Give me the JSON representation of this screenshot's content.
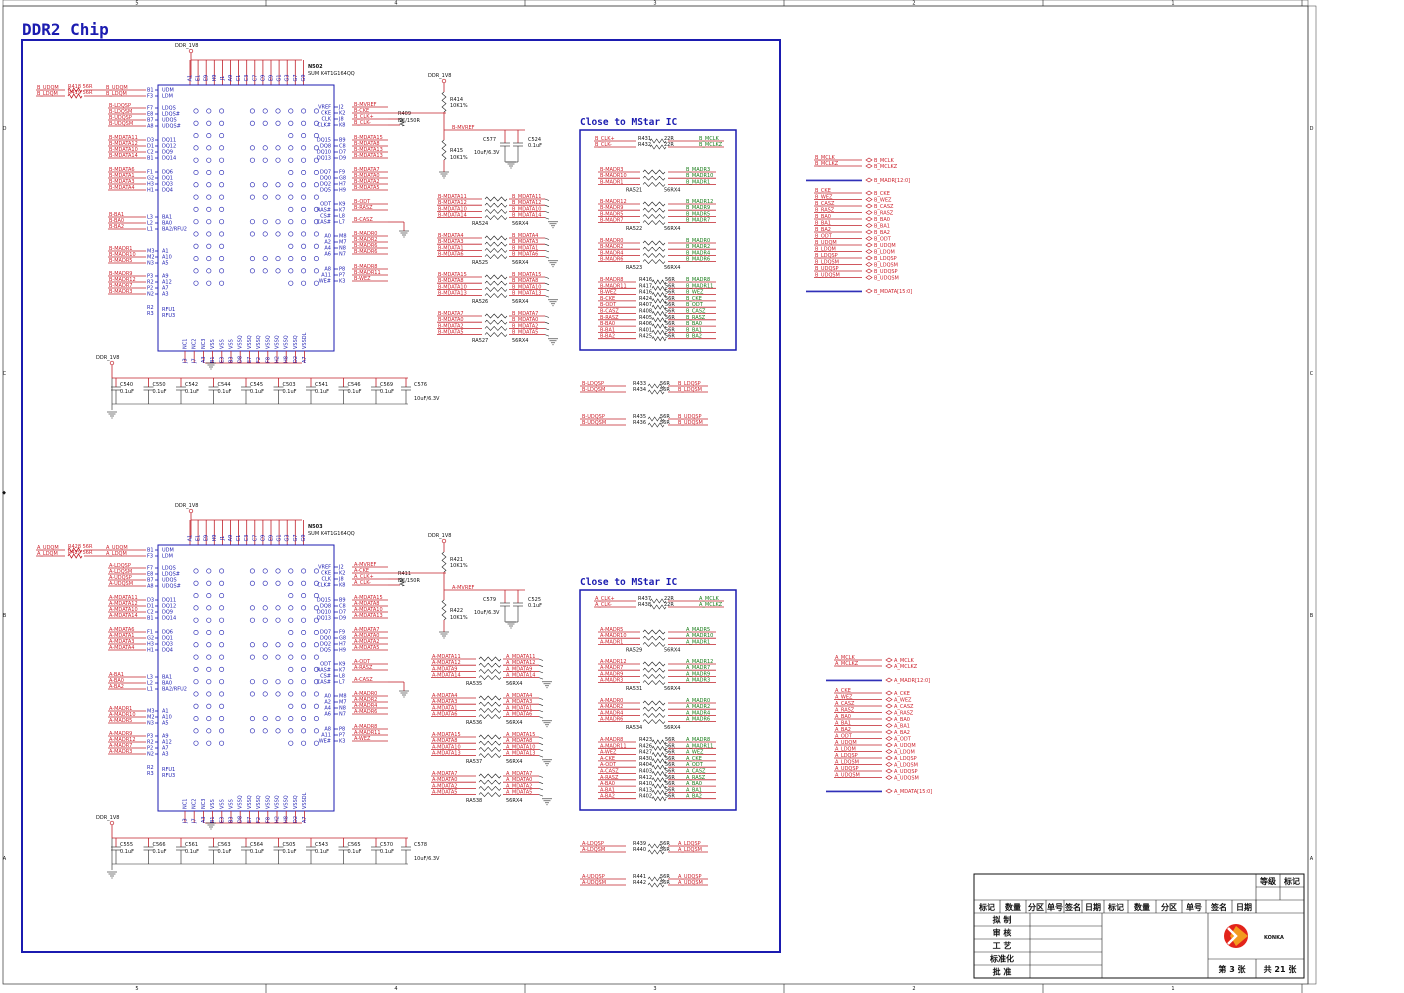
{
  "page": {
    "title": "DDR2 Chip"
  },
  "border": {
    "cols_top": [
      "5",
      "4",
      "3",
      "2",
      "1"
    ],
    "cols_bottom": [
      "5",
      "4",
      "3",
      "2",
      "1"
    ],
    "rows": [
      "D",
      "C",
      "B",
      "A"
    ]
  },
  "chip_b": {
    "ref": "N502",
    "part": "SUM K4T1G164QQ",
    "power": "DDR_1V8",
    "left_labels": [
      "B_UDQM",
      "B_LDQM",
      "B-LDQSP",
      "B-LDQSM",
      "B-UDQSP",
      "B-UDQSM",
      "B-MDATA11",
      "B-MDATA12",
      "B-MDATA10",
      "B-MDATA14",
      "B-MDATA6",
      "B-MDATA1",
      "B-MDATA3",
      "B-MDATA4",
      "B-BA1",
      "B-BA0",
      "B-BA2",
      "B-MADR1",
      "B-MADR10",
      "B-MADR5",
      "B-MADR9",
      "B-MADR12",
      "B-MADR7",
      "B-MADR3"
    ],
    "left_pins": [
      "B1",
      "F3",
      "F7",
      "E8",
      "B7",
      "A8",
      "D3",
      "D1",
      "C2",
      "B1",
      "F1",
      "G2",
      "H3",
      "H1",
      "L3",
      "L2",
      "L1",
      "M3",
      "M2",
      "N3",
      "P3",
      "R2",
      "P2",
      "N2"
    ],
    "left_names": [
      "UDM",
      "LDM",
      "LDQS",
      "LDQS#",
      "UDQS",
      "UDQS#",
      "DQ11",
      "DQ12",
      "DQ9",
      "DQ14",
      "DQ6",
      "DQ1",
      "DQ3",
      "DQ4",
      "BA1",
      "BA0",
      "BA2/RFU2",
      "A1",
      "A10",
      "A5",
      "A9",
      "A12",
      "A7",
      "A3"
    ],
    "right_labels": [
      "B-MVREF",
      "B-CKE",
      "B_CLK+",
      "B_CLK-",
      "B-MDATA15",
      "B-MDATA8",
      "B-MDATA13",
      "B-MDATA13",
      "B-MDATA7",
      "B-MDATA0",
      "B-MDATA2",
      "B-MDATA5",
      "B-ODT",
      "B-RASZ",
      "",
      "B-CASZ",
      "B-MADR0",
      "B-MADR2",
      "B-MADR6",
      "B-MADR6",
      "B-MADR8",
      "B-MADR11",
      "B-WEZ"
    ],
    "right_pins": [
      "J2",
      "K2",
      "J8",
      "K8",
      "B9",
      "C8",
      "D7",
      "D9",
      "F9",
      "G8",
      "H7",
      "H9",
      "K9",
      "K7",
      "L8",
      "L7",
      "M8",
      "M7",
      "N8",
      "N7",
      "P8",
      "P7",
      "K3"
    ],
    "right_names": [
      "VREF",
      "CKE",
      "CLK",
      "CLK#",
      "DQ15",
      "DQ8",
      "DQ10",
      "DQ13",
      "DQ7",
      "DQ0",
      "DQ2",
      "DQ5",
      "ODT",
      "RAS#",
      "CS#",
      "CAS#",
      "A0",
      "A2",
      "A4",
      "A6",
      "A8",
      "A11",
      "WE#"
    ],
    "top_pins": [
      "A1",
      "E1",
      "E9",
      "H9",
      "J1",
      "A9",
      "C1",
      "C3",
      "C7",
      "C9",
      "E9",
      "G1",
      "G3",
      "G7",
      "G9"
    ],
    "bot_pins": [
      "J3",
      "J7",
      "A3",
      "B1",
      "E3",
      "B3",
      "D8",
      "E7",
      "F2",
      "F8",
      "H2",
      "H8",
      "D2",
      "A7"
    ],
    "bot_names": [
      "NC1",
      "NC2",
      "NC3",
      "VSS",
      "VSS",
      "VSS",
      "VSSQ",
      "VSSQ",
      "VSSQ",
      "VSSQ",
      "VSSQ",
      "VSSQ",
      "VSSQ",
      "VSSDL"
    ],
    "r_top": {
      "ref": "R418",
      "val": "56R"
    },
    "r_bot": {
      "ref": "R419",
      "val": "56R"
    },
    "r_clk": {
      "ref": "R409",
      "val": "NC/150R"
    }
  },
  "chip_a": {
    "ref": "N503",
    "part": "SUM K4T1G164QQ",
    "power": "DDR_1V8",
    "left_labels": [
      "A_UDQM",
      "A_LDQM",
      "A-LDQSP",
      "A-LDQSM",
      "A-UDQSP",
      "A-UDQSM",
      "A-MDATA11",
      "A-MDATA12",
      "A-MDATA10",
      "A-MDATA14",
      "A-MDATA6",
      "A-MDATA1",
      "A-MDATA3",
      "A-MDATA4",
      "A-BA1",
      "A-BA0",
      "A-BA2",
      "A-MADR1",
      "A-MADR10",
      "A-MADR5",
      "A-MADR9",
      "A-MADR12",
      "A-MADR7",
      "A-MADR3"
    ],
    "left_pins": [
      "B1",
      "F3",
      "F7",
      "E8",
      "B7",
      "A8",
      "D3",
      "D1",
      "C2",
      "B1",
      "F1",
      "G2",
      "H3",
      "H1",
      "L3",
      "L2",
      "L1",
      "M3",
      "M2",
      "N3",
      "P3",
      "R2",
      "P2",
      "N2"
    ],
    "left_names": [
      "UDM",
      "LDM",
      "LDQS",
      "LDQS#",
      "UDQS",
      "UDQS#",
      "DQ11",
      "DQ12",
      "DQ9",
      "DQ14",
      "DQ6",
      "DQ1",
      "DQ3",
      "DQ4",
      "BA1",
      "BA0",
      "BA2/RFU2",
      "A1",
      "A10",
      "A5",
      "A9",
      "A12",
      "A7",
      "A3"
    ],
    "right_labels": [
      "A-MVREF",
      "A-CKE",
      "A_CLK+",
      "A_CLK-",
      "A-MDATA15",
      "A-MDATA8",
      "A-MDATA10",
      "A-MDATA13",
      "A-MDATA7",
      "A-MDATA0",
      "A-MDATA2",
      "A-MDATA5",
      "A-ODT",
      "A-RASZ",
      "",
      "A-CASZ",
      "A-MADR0",
      "A-MADR2",
      "A-MADR4",
      "A-MADR6",
      "A-MADR8",
      "A-MADR11",
      "A-WEZ"
    ],
    "right_pins": [
      "J2",
      "K2",
      "J8",
      "K8",
      "B9",
      "C8",
      "D7",
      "D9",
      "F9",
      "G8",
      "H7",
      "H9",
      "K9",
      "K7",
      "L8",
      "L7",
      "M8",
      "M7",
      "N8",
      "N7",
      "P8",
      "P7",
      "K3"
    ],
    "right_names": [
      "VREF",
      "CKE",
      "CLK",
      "CLK#",
      "DQ15",
      "DQ8",
      "DQ10",
      "DQ13",
      "DQ7",
      "DQ0",
      "DQ2",
      "DQ5",
      "ODT",
      "RAS#",
      "CS#",
      "CAS#",
      "A0",
      "A2",
      "A4",
      "A6",
      "A8",
      "A11",
      "WE#"
    ],
    "top_pins": [
      "A1",
      "E1",
      "E9",
      "H9",
      "J1",
      "A9",
      "C1",
      "C3",
      "C7",
      "C9",
      "E9",
      "G1",
      "G3",
      "G7",
      "G9"
    ],
    "bot_pins": [
      "J3",
      "J7",
      "A3",
      "B1",
      "E3",
      "B3",
      "D8",
      "E7",
      "F2",
      "F8",
      "H2",
      "H8",
      "D2",
      "A7"
    ],
    "bot_names": [
      "NC1",
      "NC2",
      "NC3",
      "VSS",
      "VSS",
      "VSS",
      "VSSQ",
      "VSSQ",
      "VSSQ",
      "VSSQ",
      "VSSQ",
      "VSSQ",
      "VSSQ",
      "VSSDL"
    ],
    "r_top": {
      "ref": "R428",
      "val": "56R"
    },
    "r_bot": {
      "ref": "R429",
      "val": "56R"
    },
    "r_clk": {
      "ref": "R411",
      "val": "NC/150R"
    }
  },
  "vref_b": {
    "power": "DDR_1V8",
    "r1": "R414",
    "r1v": "10K1%",
    "r2": "R415",
    "r2v": "10K1%",
    "net": "B-MVREF",
    "c1": "C577",
    "c1v": "10uF/6.3V",
    "c2": "C524",
    "c2v": "0.1uF"
  },
  "vref_a": {
    "power": "DDR_1V8",
    "r1": "R421",
    "r1v": "10K1%",
    "r2": "R422",
    "r2v": "10K1%",
    "net": "A-MVREF",
    "c1": "C579",
    "c1v": "10uF/6.3V",
    "c2": "C525",
    "c2v": "0.1uF"
  },
  "rpacks_b": [
    {
      "ref": "RA524",
      "val": "56RX4",
      "left": [
        "B-MDATA11",
        "B-MDATA12",
        "B-MDATA10",
        "B-MDATA14"
      ],
      "right": [
        "B_MDATA11",
        "B_MDATA12",
        "B_MDATA10",
        "B_MDATA14"
      ]
    },
    {
      "ref": "RA525",
      "val": "56RX4",
      "left": [
        "B-MDATA4",
        "B-MDATA3",
        "B-MDATA1",
        "B-MDATA6"
      ],
      "right": [
        "B_MDATA4",
        "B_MDATA3",
        "B_MDATA1",
        "B_MDATA6"
      ]
    },
    {
      "ref": "RA526",
      "val": "56RX4",
      "left": [
        "B-MDATA15",
        "B-MDATA8",
        "B-MDATA10",
        "B-MDATA13"
      ],
      "right": [
        "B_MDATA15",
        "B_MDATA8",
        "B_MDATA10",
        "B_MDATA13"
      ]
    },
    {
      "ref": "RA527",
      "val": "56RX4",
      "left": [
        "B-MDATA7",
        "B-MDATA0",
        "B-MDATA2",
        "B-MDATA5"
      ],
      "right": [
        "B_MDATA7",
        "B_MDATA0",
        "B_MDATA2",
        "B_MDATA5"
      ]
    }
  ],
  "rpacks_a": [
    {
      "ref": "RA535",
      "val": "56RX4",
      "left": [
        "A-MDATA11",
        "A-MDATA12",
        "A-MDATA9",
        "A-MDATA14"
      ],
      "right": [
        "A_MDATA11",
        "A_MDATA12",
        "A_MDATA9",
        "A_MDATA14"
      ]
    },
    {
      "ref": "RA536",
      "val": "56RX4",
      "left": [
        "A-MDATA4",
        "A-MDATA3",
        "A-MDATA1",
        "A-MDATA6"
      ],
      "right": [
        "A_MDATA4",
        "A_MDATA3",
        "A_MDATA1",
        "A_MDATA6"
      ]
    },
    {
      "ref": "RA537",
      "val": "56RX4",
      "left": [
        "A-MDATA15",
        "A-MDATA8",
        "A-MDATA10",
        "A-MDATA13"
      ],
      "right": [
        "A_MDATA15",
        "A_MDATA8",
        "A_MDATA10",
        "A_MDATA13"
      ]
    },
    {
      "ref": "RA538",
      "val": "56RX4",
      "left": [
        "A-MDATA7",
        "A-MDATA0",
        "A-MDATA2",
        "A-MDATA5"
      ],
      "right": [
        "A_MDATA7",
        "A_MDATA0",
        "A_MDATA2",
        "A_MDATA5"
      ]
    }
  ],
  "mstar_b": {
    "title": "Close to MStar IC",
    "clk": [
      {
        "l": "B_CLK+",
        "r": "R431",
        "v": "22R",
        "o": "B_MCLK"
      },
      {
        "l": "B_CLK-",
        "r": "R432",
        "v": "22R",
        "o": "B_MCLKZ"
      }
    ],
    "packs": [
      {
        "ref": "RA521",
        "val": "56RX4",
        "left": [
          "B-MADR3",
          "B-MADR10",
          "B-MADR1"
        ],
        "right": [
          "B_MADR3",
          "B_MADR10",
          "B_MADR1"
        ]
      },
      {
        "ref": "RA522",
        "val": "56RX4",
        "left": [
          "B-MADR12",
          "B-MADR9",
          "B-MADR5",
          "B-MADR7"
        ],
        "right": [
          "B_MADR12",
          "B_MADR9",
          "B_MADR5",
          "B_MADR7"
        ]
      },
      {
        "ref": "RA523",
        "val": "56RX4",
        "left": [
          "B-MADR0",
          "B-MADR2",
          "B-MADR4",
          "B-MADR6"
        ],
        "right": [
          "B_MADR0",
          "B_MADR2",
          "B_MADR4",
          "B_MADR6"
        ]
      }
    ],
    "singles": [
      {
        "l": "B-MADR8",
        "r": "R416",
        "v": "56R",
        "o": "B_MADR8"
      },
      {
        "l": "B-MADR11",
        "r": "R417",
        "v": "56R",
        "o": "B_MADR11"
      },
      {
        "l": "B-WEZ",
        "r": "R416",
        "v": "56R",
        "o": "B_WEZ"
      },
      {
        "l": "B-CKE",
        "r": "R424",
        "v": "56R",
        "o": "B_CKE"
      },
      {
        "l": "B-ODT",
        "r": "R407",
        "v": "56R",
        "o": "B_ODT"
      },
      {
        "l": "B-CASZ",
        "r": "R408",
        "v": "56R",
        "o": "B_CASZ"
      },
      {
        "l": "B-RASZ",
        "r": "R405",
        "v": "56R",
        "o": "B_RASZ"
      },
      {
        "l": "B-BA0",
        "r": "R406",
        "v": "56R",
        "o": "B_BA0"
      },
      {
        "l": "B-BA1",
        "r": "R401",
        "v": "56R",
        "o": "B_BA1"
      },
      {
        "l": "B-BA2",
        "r": "R425",
        "v": "56R",
        "o": "B_BA2"
      }
    ]
  },
  "mstar_a": {
    "title": "Close to MStar IC",
    "clk": [
      {
        "l": "A_CLK+",
        "r": "R437",
        "v": "22R",
        "o": "A_MCLK"
      },
      {
        "l": "A_CLK-",
        "r": "R438",
        "v": "22R",
        "o": "A_MCLKZ"
      }
    ],
    "packs": [
      {
        "ref": "RA529",
        "val": "56RX4",
        "left": [
          "A-MADR5",
          "A-MADR10",
          "A-MADR1"
        ],
        "right": [
          "A_MADR5",
          "A_MADR10",
          "A_MADR1"
        ]
      },
      {
        "ref": "RA531",
        "val": "56RX4",
        "left": [
          "A-MADR12",
          "A-MADR7",
          "A-MADR9",
          "A-MADR3"
        ],
        "right": [
          "A_MADR12",
          "A_MADR7",
          "A_MADR9",
          "A_MADR3"
        ]
      },
      {
        "ref": "RA534",
        "val": "56RX4",
        "left": [
          "A-MADR0",
          "A-MADR2",
          "A-MADR4",
          "A-MADR6"
        ],
        "right": [
          "A_MADR0",
          "A_MADR2",
          "A_MADR4",
          "A_MADR6"
        ]
      }
    ],
    "singles": [
      {
        "l": "A-MADR8",
        "r": "R423",
        "v": "56R",
        "o": "A_MADR8"
      },
      {
        "l": "A-MADR11",
        "r": "R426",
        "v": "56R",
        "o": "A_MADR11"
      },
      {
        "l": "A-WEZ",
        "r": "R427",
        "v": "56R",
        "o": "A_WEZ"
      },
      {
        "l": "A-CKE",
        "r": "R430",
        "v": "56R",
        "o": "A_CKE"
      },
      {
        "l": "A-ODT",
        "r": "R404",
        "v": "56R",
        "o": "A_ODT"
      },
      {
        "l": "A-CASZ",
        "r": "R403",
        "v": "56R",
        "o": "A_CASZ"
      },
      {
        "l": "A-RASZ",
        "r": "R412",
        "v": "56R",
        "o": "A_RASZ"
      },
      {
        "l": "A-BA0",
        "r": "R410",
        "v": "56R",
        "o": "A_BA0"
      },
      {
        "l": "A-BA1",
        "r": "R413",
        "v": "56R",
        "o": "A_BA1"
      },
      {
        "l": "A-BA2",
        "r": "R402",
        "v": "56R",
        "o": "A_BA2"
      }
    ]
  },
  "dqs_b": [
    {
      "l": "B-LDQSP",
      "r": "R433",
      "v": "56R",
      "o": "B_LDQSP"
    },
    {
      "l": "B-LDQSM",
      "r": "R434",
      "v": "56R",
      "o": "B_LDQSM"
    },
    {
      "l": "B-UDQSP",
      "r": "R435",
      "v": "56R",
      "o": "B_UDQSP"
    },
    {
      "l": "B-UDQSM",
      "r": "R436",
      "v": "56R",
      "o": "B_UDQSM"
    }
  ],
  "dqs_a": [
    {
      "l": "A-LDQSP",
      "r": "R439",
      "v": "56R",
      "o": "A_LDQSP"
    },
    {
      "l": "A-LDQSM",
      "r": "R440",
      "v": "56R",
      "o": "A_LDQSM"
    },
    {
      "l": "A-UDQSP",
      "r": "R441",
      "v": "56R",
      "o": "A_UDQSP"
    },
    {
      "l": "A-UDQSM",
      "r": "R442",
      "v": "56R",
      "o": "A_UDQSM"
    }
  ],
  "caps_b": {
    "power": "DDR_1V8",
    "refs": [
      "C540",
      "C550",
      "C542",
      "C544",
      "C545",
      "C503",
      "C541",
      "C546",
      "C569"
    ],
    "val": "0.1uF",
    "big": "C576",
    "bigv": "10uF/6.3V"
  },
  "caps_a": {
    "power": "DDR_1V8",
    "refs": [
      "C555",
      "C566",
      "C561",
      "C563",
      "C564",
      "C505",
      "C543",
      "C565",
      "C570"
    ],
    "val": "0.1uF",
    "big": "C578",
    "bigv": "10uF/6.3V"
  },
  "ports_b": {
    "clk": [
      [
        "B_MCLK",
        "B_MCLK"
      ],
      [
        "B_MCLKZ",
        "B_MCLKZ"
      ]
    ],
    "madr": "B_MADR[12:0]",
    "ctl": [
      [
        "B_CKE",
        "B_CKE"
      ],
      [
        "B_WEZ",
        "B_WEZ"
      ],
      [
        "B_CASZ",
        "B_CASZ"
      ],
      [
        "B_RASZ",
        "B_RASZ"
      ],
      [
        "B_BA0",
        "B_BA0"
      ],
      [
        "B_BA1",
        "B_BA1"
      ],
      [
        "B_BA2",
        "B_BA2"
      ],
      [
        "B_ODT",
        "B_ODT"
      ],
      [
        "B_UDQM",
        "B_UDQM"
      ],
      [
        "B_LDQM",
        "B_LDQM"
      ],
      [
        "B_LDQSP",
        "B_LDQSP"
      ],
      [
        "B_LDQSM",
        "B_LDQSM"
      ],
      [
        "B_UDQSP",
        "B_UDQSP"
      ],
      [
        "B_UDQSM",
        "B_UDQSM"
      ]
    ],
    "mdata": "B_MDATA[15:0]"
  },
  "ports_a": {
    "clk": [
      [
        "A_MCLK",
        "A_MCLK"
      ],
      [
        "A_MCLKZ",
        "A_MCLKZ"
      ]
    ],
    "madr": "A_MADR[12:0]",
    "ctl": [
      [
        "A_CKE",
        "A_CKE"
      ],
      [
        "A_WEZ",
        "A_WEZ"
      ],
      [
        "A_CASZ",
        "A_CASZ"
      ],
      [
        "A_RASZ",
        "A_RASZ"
      ],
      [
        "A_BA0",
        "A_BA0"
      ],
      [
        "A_BA1",
        "A_BA1"
      ],
      [
        "A_BA2",
        "A_BA2"
      ],
      [
        "A_ODT",
        "A_ODT"
      ],
      [
        "A_UDQM",
        "A_UDQM"
      ],
      [
        "A_LDQM",
        "A_LDQM"
      ],
      [
        "A_LDQSP",
        "A_LDQSP"
      ],
      [
        "A_LDQSM",
        "A_LDQSM"
      ],
      [
        "A_UDQSP",
        "A_UDQSP"
      ],
      [
        "A_UDQSM",
        "A_UDQSM"
      ]
    ],
    "mdata": "A_MDATA[15:0]"
  },
  "title_block": {
    "grade": "等级",
    "mark": "标记",
    "header": [
      "标记",
      "数量",
      "分区",
      "单号",
      "签名",
      "日期",
      "标记",
      "数量",
      "分区",
      "单号",
      "签名",
      "日期"
    ],
    "roles": [
      "拟 制",
      "审 核",
      "工 艺",
      "标准化",
      "批 准"
    ],
    "company": "KONKA",
    "sheet": "第 3 张",
    "total": "共 21 张",
    "logo_color": "#e2231a",
    "logo_accent": "#f39a1e"
  }
}
